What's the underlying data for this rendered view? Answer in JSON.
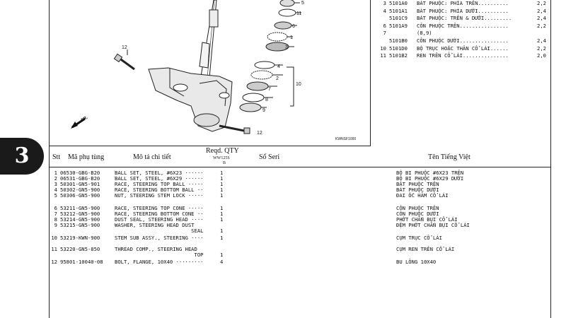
{
  "section": {
    "tab_number": "3"
  },
  "diagram": {
    "code": "KWNSF1000",
    "fr_label": "FR.",
    "callouts": [
      "1",
      "2",
      "3",
      "4",
      "5",
      "6",
      "7",
      "8",
      "9",
      "10",
      "11",
      "12",
      "12"
    ]
  },
  "reference_list": [
    {
      "no": "3",
      "code": "5101A0",
      "desc": "BÁT PHUỘC: PHÍA TRÊN..........",
      "val": "2,2"
    },
    {
      "no": "4",
      "code": "5101A1",
      "desc": "BÁT PHUỘC: PHÍA DƯỚI..........",
      "val": "2,4"
    },
    {
      "no": "",
      "code": "5101C9",
      "desc": "BÁT PHUỘC: TRÊN & DƯỚI.........",
      "val": "2,4"
    },
    {
      "no": "6",
      "code": "5101A9",
      "desc": "CÔN PHUỘC TRÊN................",
      "val": "2,2"
    },
    {
      "no": "7",
      "code": "",
      "desc": "(8,9)",
      "val": ""
    },
    {
      "no": "",
      "code": "5101B0",
      "desc": "CÔN PHUỘC DƯỚI................",
      "val": "2,4"
    },
    {
      "no": "10",
      "code": "5101D0",
      "desc": "BỘ TRỤC HOẶC THÂN CỔ LÁI......",
      "val": "2,2"
    },
    {
      "no": "11",
      "code": "5101B2",
      "desc": "REN TRÊN CỔ LÁI...............",
      "val": "2,0"
    }
  ],
  "table": {
    "headers": {
      "stt": "Stt",
      "part_no": "Mã phụ tùng",
      "description": "Mô tả chi tiết",
      "qty_top": "Reqd. QTY",
      "qty_model": "WW125S",
      "qty_sub": "B",
      "serial": "Số Seri",
      "vietnamese": "Tên Tiếng Việt"
    },
    "rows": [
      {
        "no": "1",
        "code": "06530-GBG-B20",
        "desc": "BALL SET, STEEL, #6X23 ······",
        "qty": "1",
        "vn": "BỘ BI PHUỘC #6X23 TRÊN"
      },
      {
        "no": "2",
        "code": "06531-GBG-B20",
        "desc": "BALL SET, STEEL, #6X29 ······",
        "qty": "1",
        "vn": "BỘ BI PHUỘC #6X29 DƯỚI"
      },
      {
        "no": "3",
        "code": "50301-GN5-901",
        "desc": "RACE, STEERING TOP BALL ·····",
        "qty": "1",
        "vn": "BÁT PHUỘC TRÊN"
      },
      {
        "no": "4",
        "code": "50302-GN5-900",
        "desc": "RACE, STEERING BOTTOM BALL ··",
        "qty": "1",
        "vn": "BÁT PHUỘC DƯỚI"
      },
      {
        "no": "5",
        "code": "50306-GN5-900",
        "desc": "NUT, STEERING STEM LOCK ·····",
        "qty": "1",
        "vn": "ĐAI ỐC HÃM CỔ LÁI"
      },
      {
        "no": "6",
        "code": "53211-GN5-900",
        "desc": "RACE, STEERING TOP CONE ·····",
        "qty": "1",
        "vn": "CÔN PHUỘC TRÊN"
      },
      {
        "no": "7",
        "code": "53212-GN5-900",
        "desc": "RACE, STEERING BOTTOM CONE ··",
        "qty": "1",
        "vn": "CÔN PHUỘC DƯỚI"
      },
      {
        "no": "8",
        "code": "53214-GN5-900",
        "desc": "DUST SEAL, STEERING HEAD ····",
        "qty": "1",
        "vn": "PHỚT CHẮN BỤI CỔ LÁI"
      },
      {
        "no": "9",
        "code": "53215-GN5-900",
        "desc": "WASHER, STEERING HEAD DUST",
        "qty": "",
        "vn": "ĐỆM PHỚT CHẮN BỤI CỔ LÁI"
      },
      {
        "no": "",
        "code": "",
        "desc": "                         SEAL",
        "qty": "1",
        "vn": ""
      },
      {
        "no": "10",
        "code": "53219-KWN-900",
        "desc": "STEM SUB ASSY., STEERING ····",
        "qty": "1",
        "vn": "CỤM TRỤC CỔ LÁI"
      },
      {
        "no": "11",
        "code": "53220-GN5-850",
        "desc": "THREAD COMP., STEERING HEAD",
        "qty": "",
        "vn": "CỤM REN TRÊN CỔ LÁI"
      },
      {
        "no": "",
        "code": "",
        "desc": "                          TOP",
        "qty": "1",
        "vn": ""
      },
      {
        "no": "12",
        "code": "95801-10040-08",
        "desc": "BOLT, FLANGE, 10X40 ·········",
        "qty": "4",
        "vn": "BU LÔNG 10X40"
      }
    ]
  }
}
